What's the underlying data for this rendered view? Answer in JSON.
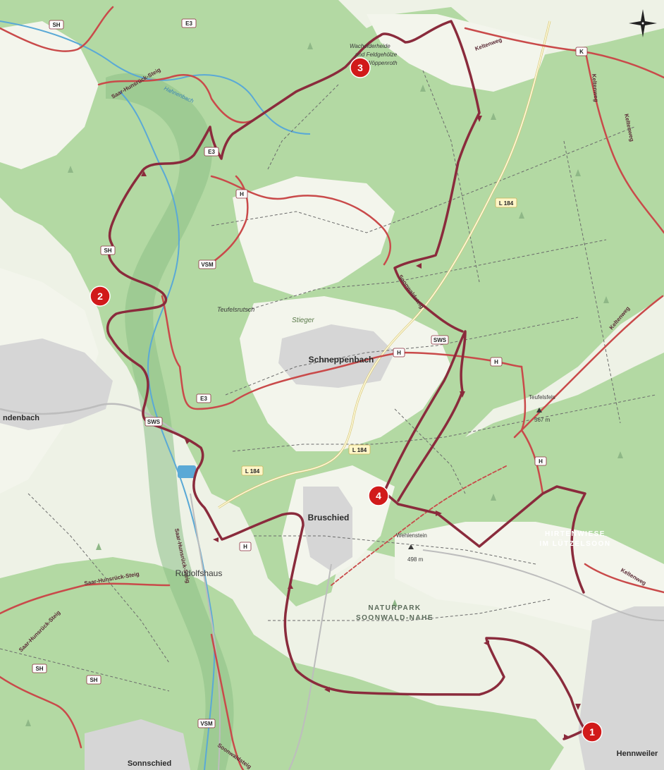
{
  "map": {
    "places": [
      {
        "id": "schneppenbach",
        "label": "Schneppenbach",
        "size": "large"
      },
      {
        "id": "bruschied",
        "label": "Bruschied",
        "size": "large"
      },
      {
        "id": "rudolfshaus",
        "label": "Rudolfshaus",
        "size": "medium"
      },
      {
        "id": "hennweiler",
        "label": "Hennweiler",
        "size": "large"
      },
      {
        "id": "sonnschied",
        "label": "Sonnschied",
        "size": "large"
      },
      {
        "id": "kirchbach",
        "label": "ndenbach",
        "size": "large"
      },
      {
        "id": "teufelsrutsch",
        "label": "Teufelsrutsch",
        "size": "small"
      },
      {
        "id": "stieger",
        "label": "Stieger",
        "size": "small"
      },
      {
        "id": "wehlenstein",
        "label": "Wehlenstein",
        "size": "small"
      },
      {
        "id": "wehlenstein-height",
        "label": "498 m",
        "size": "small"
      },
      {
        "id": "teufelsfels",
        "label": "Teufelsfels",
        "size": "small"
      },
      {
        "id": "teufelsfels-height",
        "label": "567 m",
        "size": "small"
      },
      {
        "id": "wacholder-1",
        "label": "Wacholderheide",
        "size": "small"
      },
      {
        "id": "wacholder-2",
        "label": "und Feldgehölze",
        "size": "small"
      },
      {
        "id": "wacholder-3",
        "label": "Wöppenroth",
        "size": "small"
      }
    ],
    "parks": [
      {
        "id": "hirtenwiese",
        "lines": [
          "HIRTENWIESE",
          "IM LÜTZELSOON"
        ]
      },
      {
        "id": "naturpark",
        "lines": [
          "NATURPARK",
          "SOONWALD-NAHE"
        ]
      }
    ],
    "trail_badges": [
      "SH",
      "E3",
      "E3",
      "H",
      "SH",
      "VSM",
      "E3",
      "SWS",
      "SWS",
      "H",
      "H",
      "K",
      "H",
      "SH",
      "SH",
      "VSM",
      "H"
    ],
    "road_badges": [
      "L 184",
      "L 184",
      "L 184"
    ],
    "trail_names": [
      "Saar-Hunsrück-Steig",
      "Saar-Hunsrück-Steig",
      "Saar-Hunsrück-Steig",
      "Saar-Hunsrück-Steig",
      "Soonwaldsteig",
      "Soonwaldsteig",
      "Keltenweg",
      "Keltenweg",
      "Keltenweg",
      "Keltenweg",
      "Keltenweg",
      "Hahnenbach"
    ],
    "waypoints": [
      {
        "id": "wp1",
        "label": "1"
      },
      {
        "id": "wp2",
        "label": "2"
      },
      {
        "id": "wp3",
        "label": "3"
      },
      {
        "id": "wp4",
        "label": "4"
      }
    ],
    "compass": {
      "icon": "compass-rose-icon"
    },
    "colors": {
      "forest": "#a9d39a",
      "forest_dark": "#8fc287",
      "meadow": "#eef2e6",
      "route": "#8a2b3c",
      "trail": "#c94a4a",
      "marker": "#d11a1a",
      "water": "#5aa9d6"
    }
  }
}
